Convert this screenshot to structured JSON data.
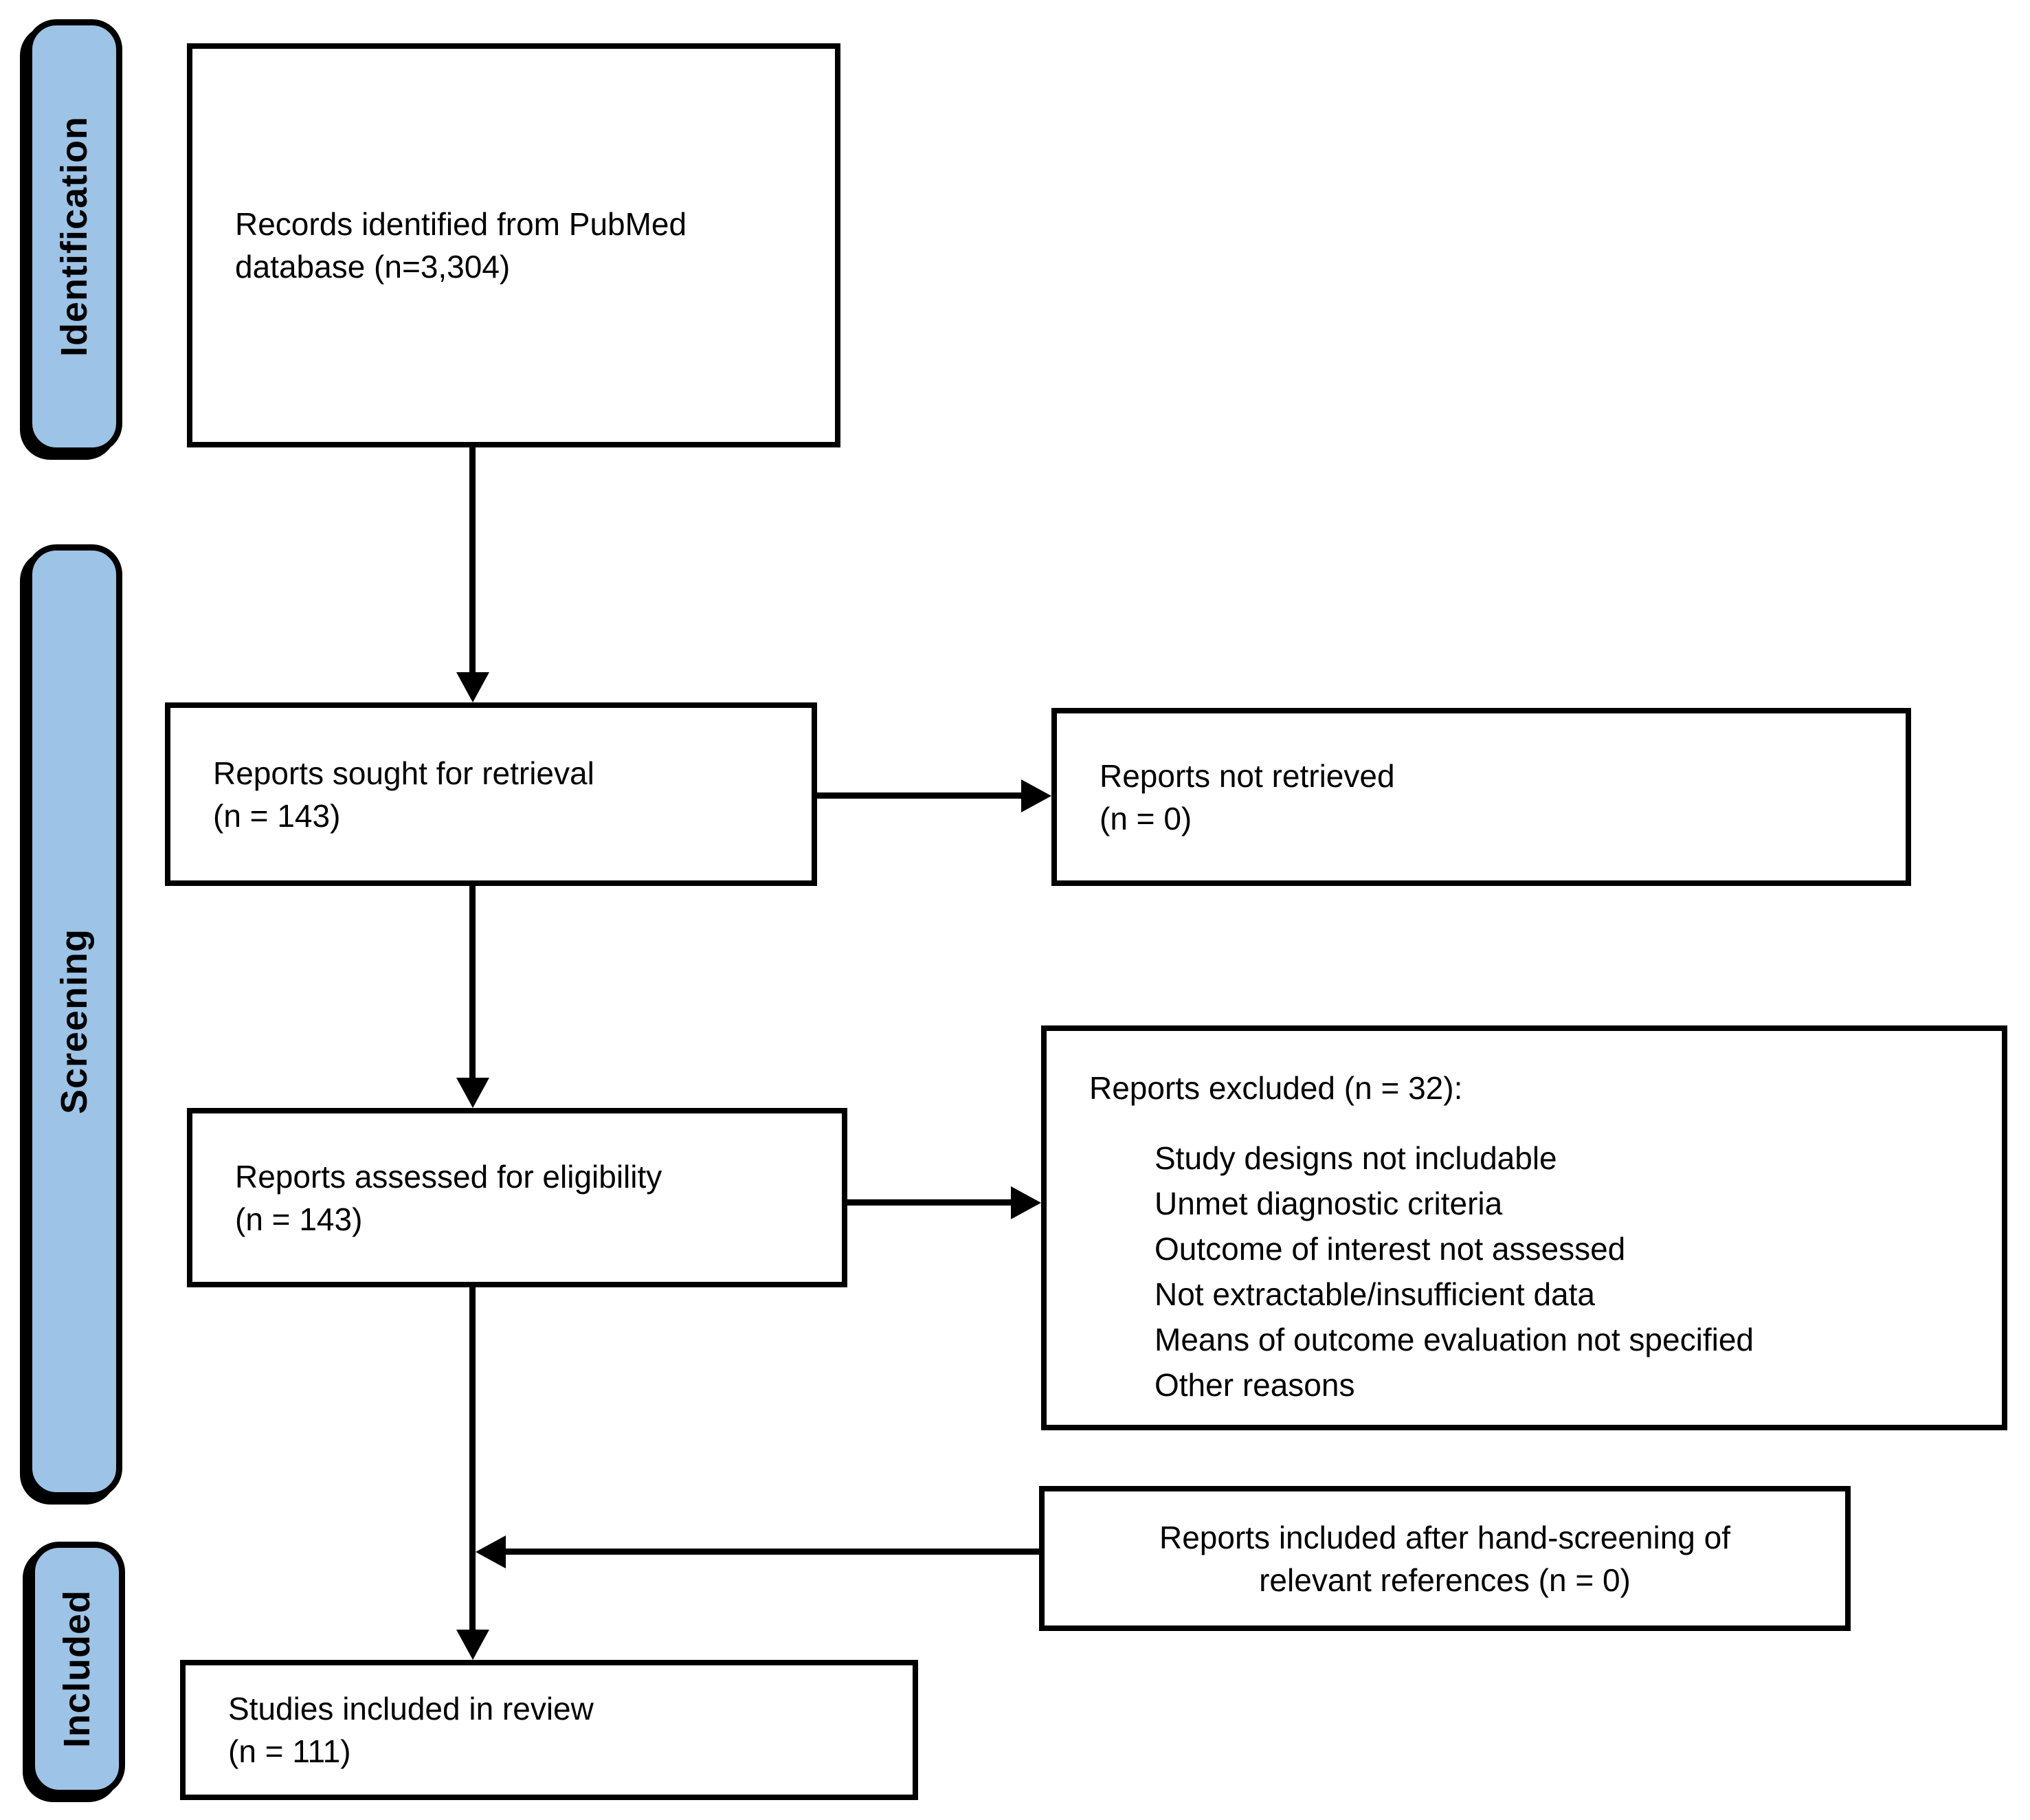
{
  "diagram_type": "prisma-flowchart",
  "colors": {
    "stage_fill": "#9DC3E6",
    "stage_border": "#000000",
    "box_background": "#FFFFFF",
    "box_border": "#000000",
    "arrow": "#000000",
    "text": "#000000",
    "background": "#FFFFFF"
  },
  "stages": {
    "identification": "Identification",
    "screening": "Screening",
    "included": "Included"
  },
  "boxes": {
    "records_identified": {
      "line1": "Records identified from PubMed",
      "line2": "database (n=3,304)"
    },
    "reports_sought": {
      "line1": "Reports sought for retrieval",
      "line2": "(n = 143)"
    },
    "reports_not_retrieved": {
      "line1": "Reports not retrieved",
      "line2": "(n = 0)"
    },
    "reports_assessed": {
      "line1": "Reports assessed for eligibility",
      "line2": "(n = 143)"
    },
    "reports_excluded": {
      "title": "Reports excluded (n = 32):",
      "reasons": [
        "Study designs not includable",
        "Unmet diagnostic criteria",
        "Outcome of interest not assessed",
        "Not extractable/insufficient data",
        "Means of outcome evaluation not specified",
        "Other reasons"
      ]
    },
    "reports_included_hand_screening": {
      "line1": "Reports included after hand-screening of",
      "line2": "relevant references (n = 0)"
    },
    "studies_included": {
      "line1": "Studies included in review",
      "line2": "(n = 111)"
    }
  }
}
